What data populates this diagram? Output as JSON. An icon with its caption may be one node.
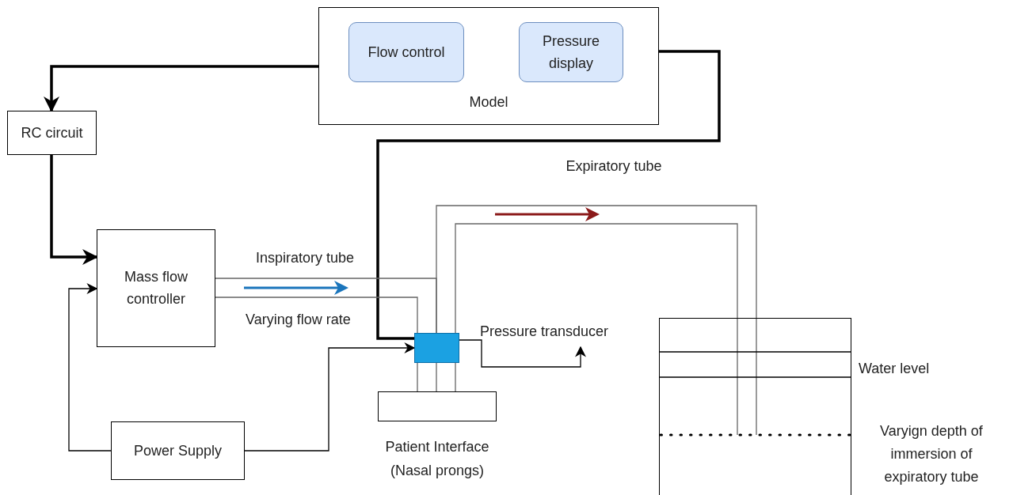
{
  "diagram": {
    "nodes": [
      {
        "text": [
          "Model"
        ]
      },
      {
        "text": [
          "Flow control"
        ],
        "in": 0
      },
      {
        "text": [
          "Pressure display"
        ],
        "in": 0
      },
      {
        "text": [
          "RC circuit"
        ]
      },
      {
        "text": [
          "Mass flow controller"
        ]
      },
      {
        "text": [
          "Power Supply"
        ]
      },
      {
        "text": [],
        "shape": "box"
      },
      {
        "text": [
          "Patient Interface (Nasal prongs)"
        ]
      },
      {
        "text": [],
        "shape": "box",
        "beside": [
          "Water level",
          "Varyign depth of immersion of expiratory tube"
        ]
      },
      {
        "text": [
          "Pressure transducer"
        ]
      }
    ],
    "edges": [
      {
        "from": 0,
        "to": 3,
        "arrow": "to",
        "style": "thick"
      },
      {
        "from": 3,
        "to": 4,
        "arrow": "to",
        "style": "thick"
      },
      {
        "from": 6,
        "to": 2,
        "arrow": "to",
        "style": "thick"
      },
      {
        "from": 5,
        "to": 4,
        "arrow": "to"
      },
      {
        "from": 5,
        "to": 6,
        "arrow": "to"
      },
      {
        "from": 6,
        "to": 9,
        "arrow": "to"
      },
      {
        "from": 4,
        "to": 6,
        "arrow": "none",
        "label": "Inspiratory tube",
        "color": "#666666"
      },
      {
        "from": 6,
        "to": 8,
        "arrow": "none",
        "label": "Expiratory tube",
        "color": "#666666"
      },
      {
        "from": 6,
        "to": 7,
        "arrow": "none",
        "color": "#666666"
      }
    ],
    "labels": [
      "Varying flow rate"
    ]
  }
}
